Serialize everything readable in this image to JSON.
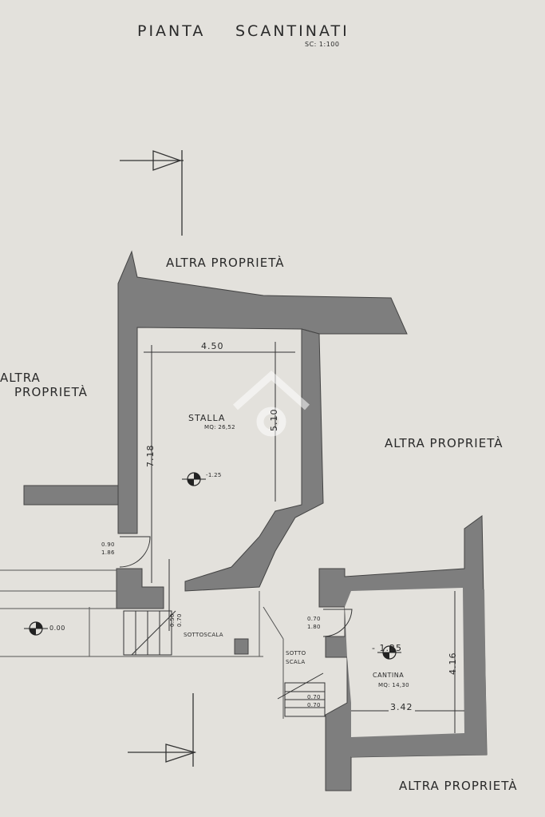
{
  "title": {
    "main_left": "PIANTA",
    "main_right": "SCANTINATI",
    "scale": "SC: 1:100"
  },
  "neighbors": {
    "top": "ALTRA PROPRIETÀ",
    "left_line1": "ALTRA",
    "left_line2": "PROPRIETÀ",
    "right": "ALTRA PROPRIETÀ",
    "bottom_right": "ALTRA PROPRIETÀ"
  },
  "rooms": {
    "stalla": {
      "name": "STALLA",
      "area": "MQ: 26,52",
      "width": "4.50",
      "depth": "7.18",
      "inner_dim": "5.10",
      "level": "-1.25"
    },
    "cantina": {
      "name": "CANTINA",
      "area": "MQ: 14,30",
      "width": "3.42",
      "depth": "4.16",
      "level": "- 1.25"
    },
    "sottoscala_1": "SOTTOSCALA",
    "sottoscala_2_line1": "SOTTO",
    "sottoscala_2_line2": "SCALA"
  },
  "levels": {
    "ground": "0.00"
  },
  "doors": {
    "stalla_door_w": "0.90",
    "stalla_door_h": "1.86",
    "cantina_door_w": "0.70",
    "cantina_door_h": "1.80",
    "stair_a": "0.50",
    "stair_b": "0.70",
    "stair_c": "0.70",
    "stair_d": "0.70"
  },
  "colors": {
    "wall": "#7e7e7e",
    "paper": "#e3e1dc",
    "ink": "#2a2a2a"
  }
}
